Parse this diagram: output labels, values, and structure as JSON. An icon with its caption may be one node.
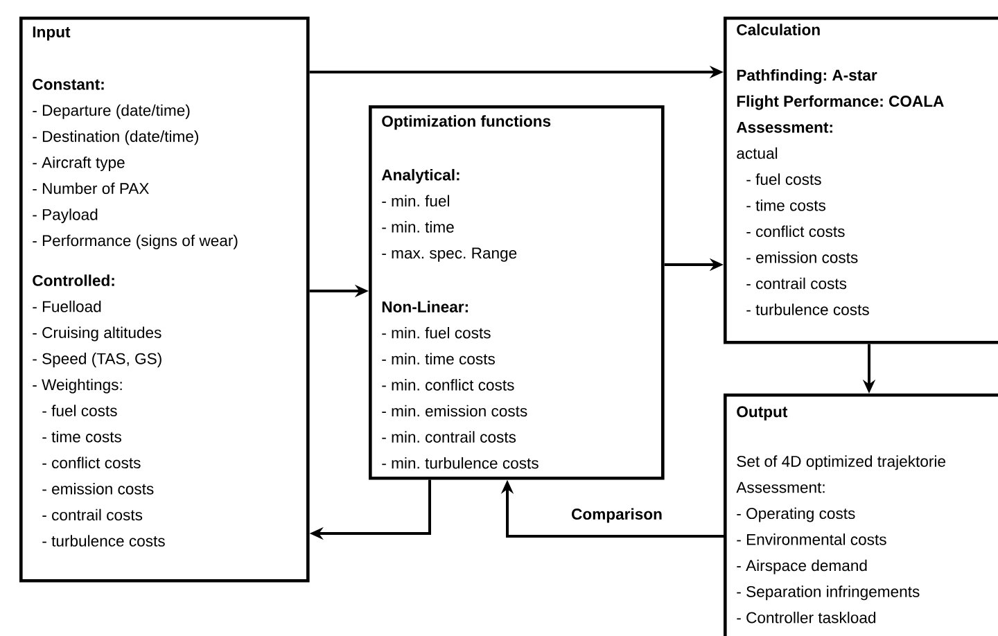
{
  "diagram": {
    "nodes": [
      {
        "text": [
          "Input",
          "Constant:",
          "- Departure (date/time)",
          "- Destination (date/time)",
          "- Aircraft type",
          "- Number of PAX",
          "- Payload",
          "- Performance (signs of wear)",
          "Controlled:",
          "- Fuelload",
          "- Cruising altitudes",
          "- Speed (TAS, GS)",
          "- Weightings:",
          "- fuel costs",
          "- time costs",
          "- conflict costs",
          "- emission costs",
          "- contrail costs",
          "- turbulence costs"
        ]
      },
      {
        "text": [
          "Optimization functions",
          "Analytical:",
          "- min. fuel",
          "- min. time",
          "- max. spec. Range",
          "Non-Linear:",
          "- min. fuel costs",
          "- min. time costs",
          "- min. conflict costs",
          "- min. emission costs",
          "- min. contrail costs",
          "- min. turbulence costs"
        ]
      },
      {
        "text": [
          "Calculation",
          "Pathfinding: A-star",
          "Flight Performance: COALA",
          "Assessment:",
          "actual",
          "- fuel costs",
          "- time costs",
          "- conflict costs",
          "- emission costs",
          "- contrail costs",
          "- turbulence costs"
        ]
      },
      {
        "text": [
          "Output",
          "Set of 4D optimized trajektorie",
          "Assessment:",
          "- Operating costs",
          "- Environmental costs",
          "- Airspace demand",
          "- Separation infringements",
          "- Controller taskload"
        ]
      }
    ],
    "edges": [
      {
        "from": 0,
        "to": 2,
        "arrow": "to"
      },
      {
        "from": 0,
        "to": 1,
        "arrow": "to"
      },
      {
        "from": 1,
        "to": 2,
        "arrow": "to"
      },
      {
        "from": 2,
        "to": 3,
        "arrow": "to"
      },
      {
        "from": 1,
        "to": 0,
        "arrow": "to"
      },
      {
        "from": 3,
        "to": 1,
        "arrow": "to",
        "label": "Comparison"
      }
    ]
  }
}
